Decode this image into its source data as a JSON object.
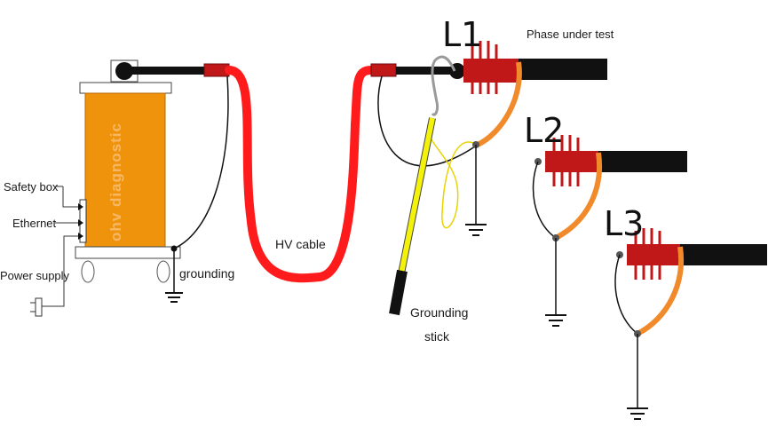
{
  "labels": {
    "safety_box": "Safety box",
    "ethernet": "Ethernet",
    "power_supply": "Power supply",
    "grounding": "grounding",
    "hv_cable": "HV cable",
    "grounding_stick_line1": "Grounding",
    "grounding_stick_line2": "stick",
    "phase_under_test": "Phase under test",
    "l1": "L1",
    "l2": "L2",
    "l3": "L3",
    "device_brand": "ohv diagnostic"
  },
  "colors": {
    "device_body": "#f0930c",
    "hv_cable": "#ff1b1b",
    "termination": "#c01818",
    "shield_wire": "#f08a2a",
    "grounding_stick": "#f4f20a",
    "cable": "#111111"
  }
}
